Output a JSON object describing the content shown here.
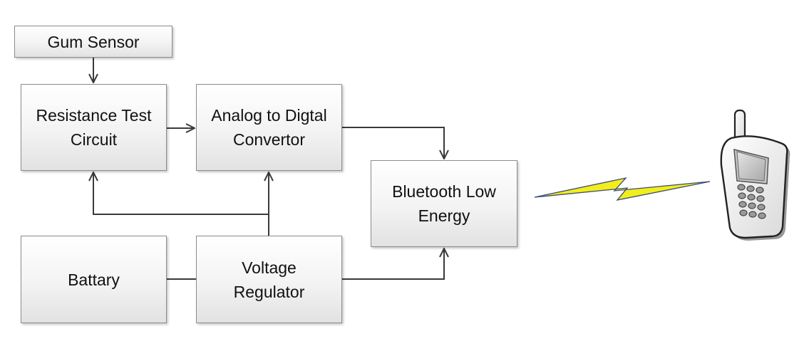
{
  "blocks": {
    "gum_sensor": "Gum Sensor",
    "resistance_test": "Resistance Test\nCircuit",
    "adc": "Analog to Digtal\nConvertor",
    "ble": "Bluetooth Low\nEnergy",
    "battery": "Battary",
    "voltage_regulator": "Voltage\nRegulator"
  },
  "icons": {
    "wireless_link": "lightning-bolt-icon",
    "mobile_device": "mobile-phone-icon"
  },
  "colors": {
    "line": "#3a3a3a",
    "box_border": "#8c8c8c",
    "bolt_fill": "#f1ee1c",
    "bolt_outline": "#3b4a7a"
  }
}
